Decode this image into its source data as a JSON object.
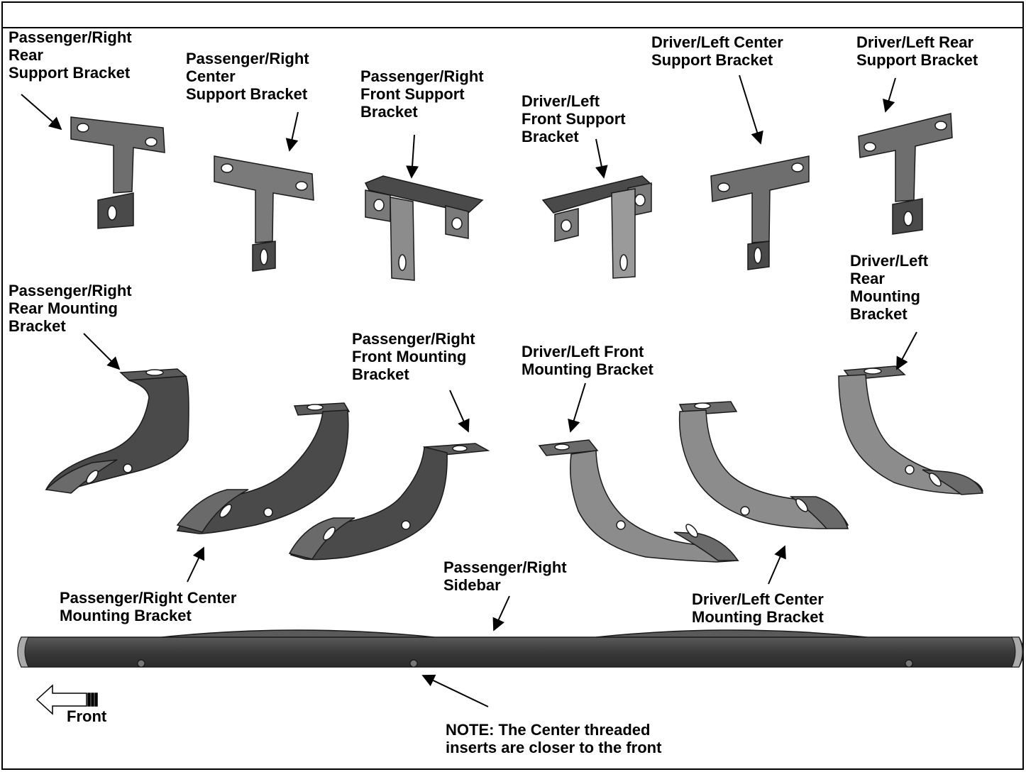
{
  "labels": {
    "pr_rear_support": "Passenger/Right\nRear\nSupport Bracket",
    "pr_center_support": "Passenger/Right\nCenter\nSupport Bracket",
    "pr_front_support": "Passenger/Right\nFront Support\nBracket",
    "dl_front_support": "Driver/Left\nFront Support\nBracket",
    "dl_center_support": "Driver/Left Center\nSupport Bracket",
    "dl_rear_support": "Driver/Left Rear\nSupport Bracket",
    "pr_rear_mounting": "Passenger/Right\nRear Mounting\nBracket",
    "pr_front_mounting": "Passenger/Right\nFront Mounting\nBracket",
    "dl_front_mounting": "Driver/Left Front\nMounting Bracket",
    "dl_rear_mounting": "Driver/Left\nRear\nMounting\nBracket",
    "pr_center_mounting": "Passenger/Right Center\nMounting Bracket",
    "pr_sidebar": "Passenger/Right\nSidebar",
    "dl_center_mounting": "Driver/Left Center\nMounting Bracket",
    "front": "Front",
    "note": "NOTE: The Center threaded\ninserts are closer to the front"
  },
  "colors": {
    "part_dark": "#4a4a4a",
    "part_mid": "#6e6e6e",
    "part_light": "#8c8c8c",
    "outline": "#1a1a1a",
    "sidebar": "#3c3c3c"
  }
}
